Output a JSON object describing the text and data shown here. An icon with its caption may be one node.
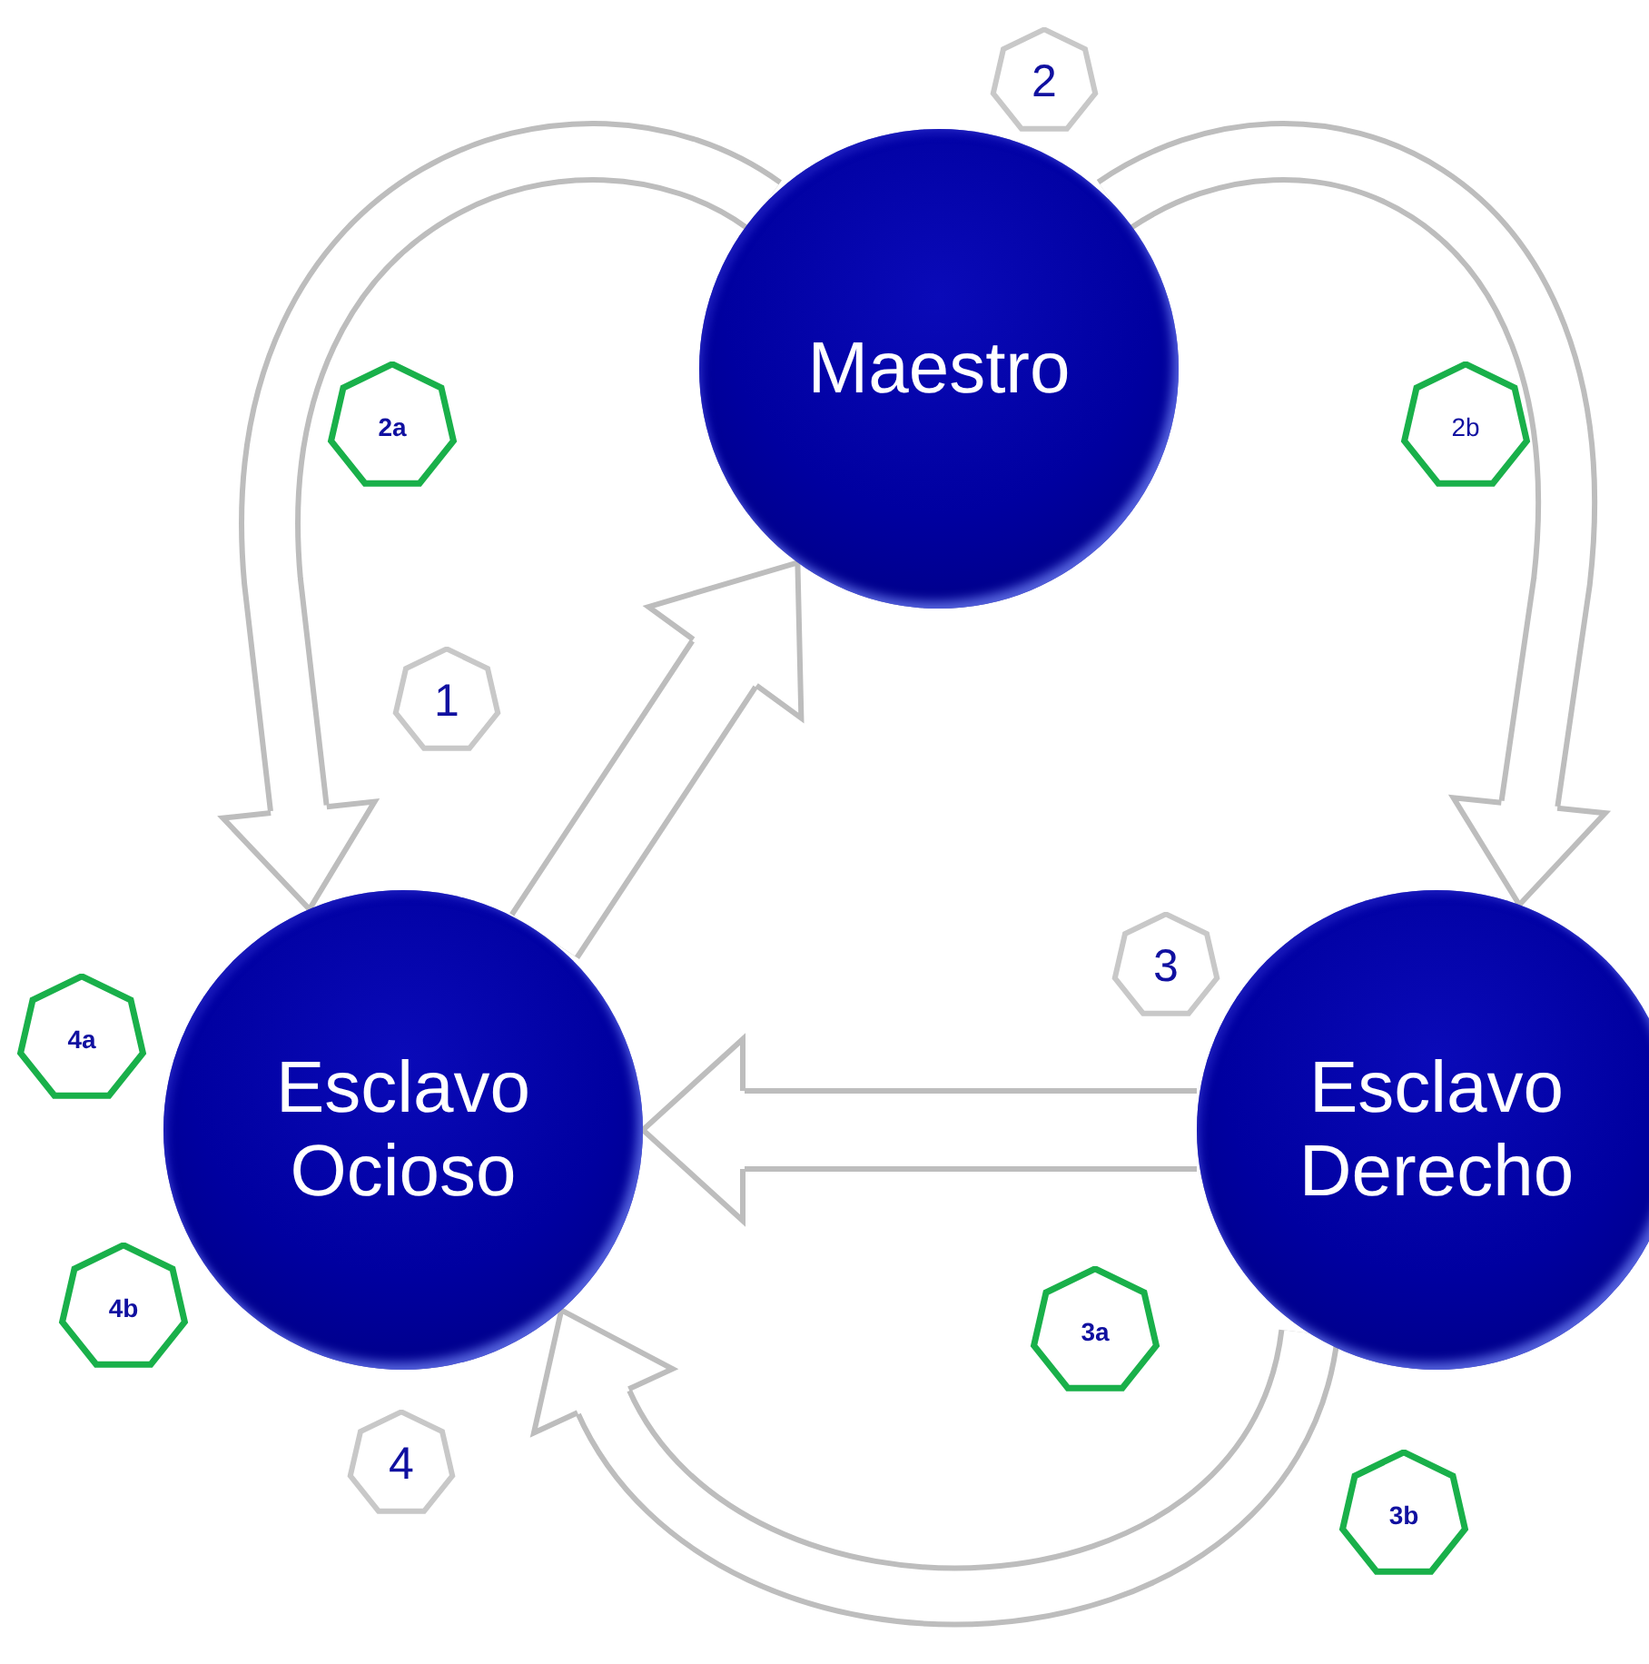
{
  "diagram": {
    "nodes": [
      {
        "text": [
          "2"
        ]
      },
      {
        "text": [
          "Maestro"
        ]
      },
      {
        "text": [
          "2a"
        ]
      },
      {
        "text": [
          "2b"
        ]
      },
      {
        "text": [
          "1"
        ]
      },
      {
        "text": [
          "3"
        ]
      },
      {
        "text": [
          "4a"
        ]
      },
      {
        "text": [
          "Esclavo Ocioso"
        ]
      },
      {
        "text": [
          "Esclavo Derecho"
        ]
      },
      {
        "text": [
          "4b"
        ]
      },
      {
        "text": [
          "3a"
        ]
      },
      {
        "text": [
          "4"
        ]
      },
      {
        "text": [
          "3b"
        ]
      }
    ],
    "edges": [
      {
        "from": 7,
        "to": 1,
        "arrow": "to"
      },
      {
        "from": 1,
        "to": 7,
        "arrow": "to"
      },
      {
        "from": 1,
        "to": 8,
        "arrow": "to"
      },
      {
        "from": 8,
        "to": 7,
        "arrow": "to"
      },
      {
        "from": 8,
        "to": 7,
        "arrow": "to"
      }
    ]
  }
}
